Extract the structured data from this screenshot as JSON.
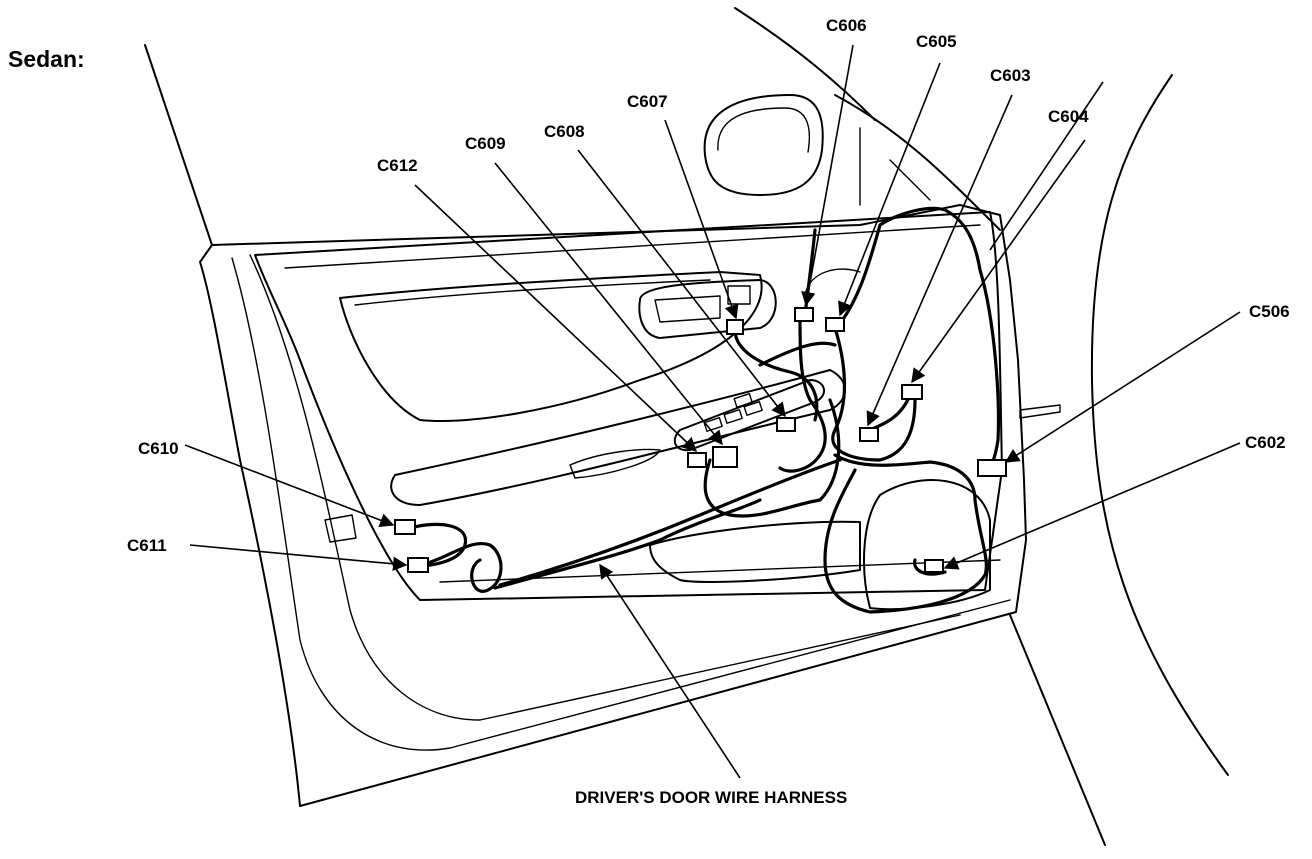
{
  "diagram": {
    "subtitle": "Sedan:",
    "caption": "DRIVER'S DOOR WIRE HARNESS",
    "connectors": [
      {
        "id": "c606",
        "label": "C606"
      },
      {
        "id": "c605",
        "label": "C605"
      },
      {
        "id": "c603",
        "label": "C603"
      },
      {
        "id": "c604",
        "label": "C604"
      },
      {
        "id": "c607",
        "label": "C607"
      },
      {
        "id": "c608",
        "label": "C608"
      },
      {
        "id": "c609",
        "label": "C609"
      },
      {
        "id": "c612",
        "label": "C612"
      },
      {
        "id": "c506",
        "label": "C506"
      },
      {
        "id": "c602",
        "label": "C602"
      },
      {
        "id": "c610",
        "label": "C610"
      },
      {
        "id": "c611",
        "label": "C611"
      }
    ]
  }
}
